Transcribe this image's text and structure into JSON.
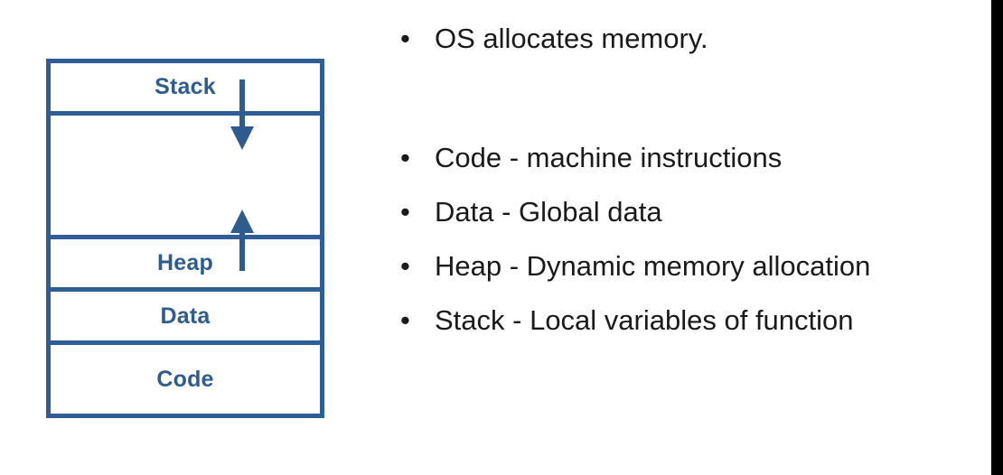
{
  "slide": {
    "background_color": "#ffffff",
    "accent_color": "#2E5C8F",
    "border_color": "#2F5E96",
    "text_color": "#1a1a1a",
    "band_color": "#000000"
  },
  "diagram": {
    "title": "process-memory-layout",
    "segments": [
      {
        "id": "stack",
        "label": "Stack"
      },
      {
        "id": "free",
        "label": ""
      },
      {
        "id": "heap",
        "label": "Heap"
      },
      {
        "id": "data",
        "label": "Data"
      },
      {
        "id": "code",
        "label": "Code"
      }
    ],
    "arrows": [
      {
        "id": "stack-grows-down",
        "direction": "down"
      },
      {
        "id": "heap-grows-up",
        "direction": "up"
      }
    ]
  },
  "bullets": {
    "marker": "•",
    "items": [
      {
        "text": "OS allocates memory."
      },
      {
        "text": "Code - machine instructions"
      },
      {
        "text": "Data - Global data"
      },
      {
        "text": "Heap - Dynamic memory allocation"
      },
      {
        "text": "Stack - Local variables of function"
      }
    ]
  }
}
